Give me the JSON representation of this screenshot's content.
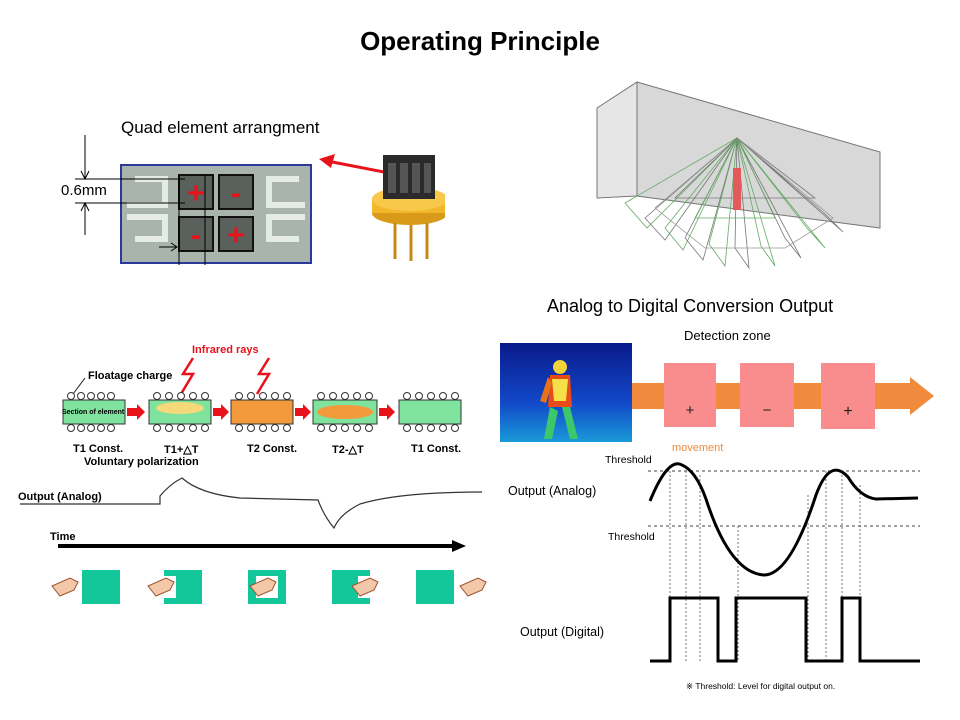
{
  "title": "Operating Principle",
  "quad": {
    "heading": "Quad element arrangment",
    "dimension": "0.6mm",
    "signs": [
      "+",
      "-",
      "-",
      "+"
    ]
  },
  "pyro": {
    "floatage": "Floatage charge",
    "section": "Section of element",
    "infrared": "Infrared rays",
    "voluntary": "Voluntary polarization",
    "stages": [
      "T1 Const.",
      "T1+△T",
      "T2 Const.",
      "T2-△T",
      "T1 Const."
    ],
    "output_analog": "Output (Analog)",
    "time": "Time"
  },
  "adc": {
    "heading": "Analog to Digital Conversion Output",
    "detection_zone": "Detection zone",
    "zone_signs": [
      "+",
      "−",
      "+"
    ],
    "movement": "movement",
    "threshold_upper": "Threshold",
    "threshold_lower": "Threshold",
    "output_analog": "Output (Analog)",
    "output_digital": "Output (Digital)",
    "note": "※ Threshold: Level for digital output on."
  },
  "colors": {
    "arrow_orange": "#f08a3c",
    "zone_pink": "#f98c8c",
    "element_green": "#14c79a",
    "sign_red": "#e8121b"
  }
}
